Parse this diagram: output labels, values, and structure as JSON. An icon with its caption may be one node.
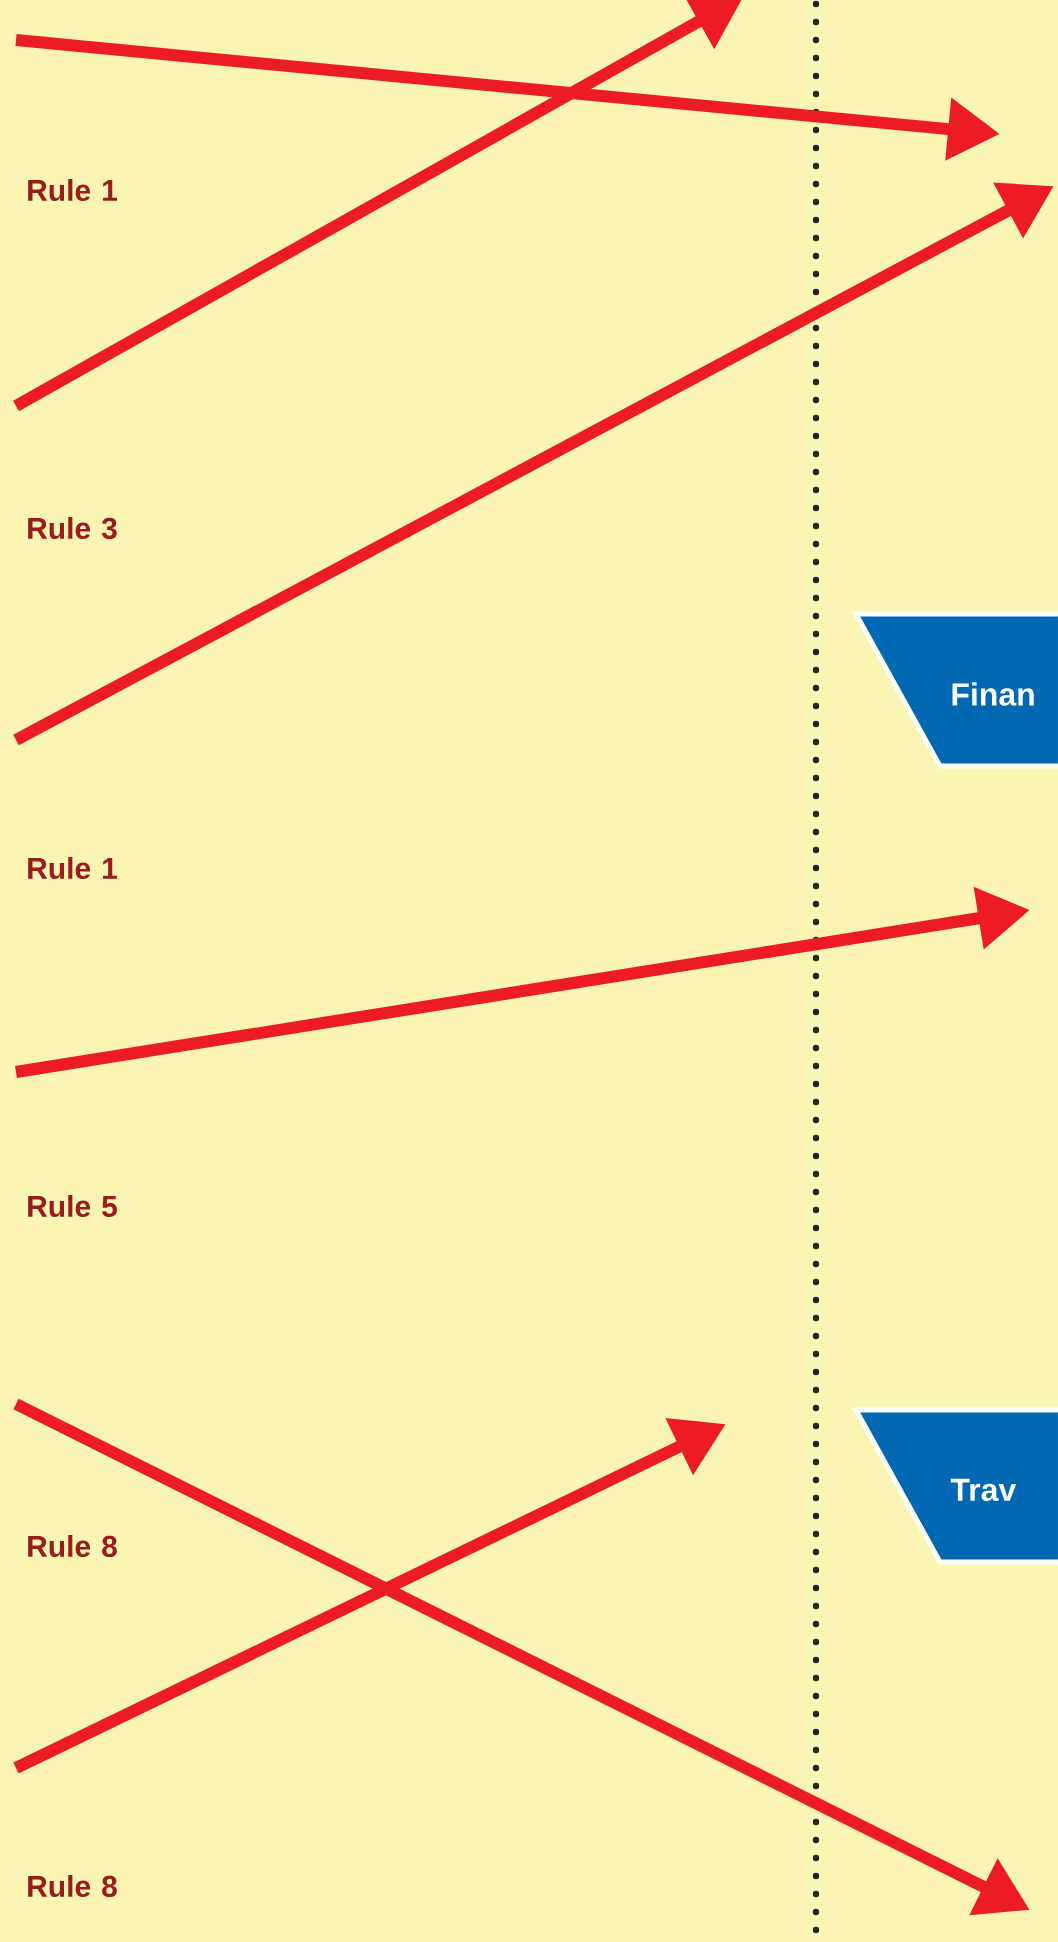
{
  "diagram": {
    "nodes": [
      {
        "text": [
          "Finan"
        ]
      },
      {
        "text": [
          "Trav"
        ]
      }
    ],
    "labels": [
      "Rule 1",
      "Rule 3",
      "Rule 1",
      "Rule 5",
      "Rule 8",
      "Rule 8"
    ]
  }
}
